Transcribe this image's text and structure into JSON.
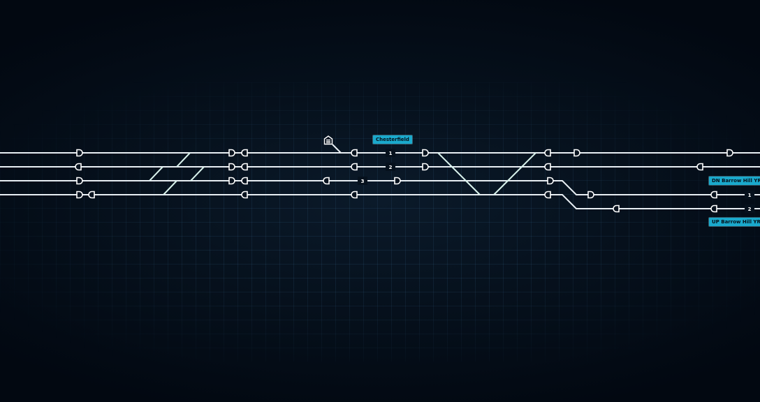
{
  "station": {
    "name": "Chesterfield",
    "icon": "station-icon"
  },
  "platforms": [
    {
      "number": "1"
    },
    {
      "number": "2"
    },
    {
      "number": "3"
    }
  ],
  "routes": {
    "down_label": "DN Barrow Hill YRDS",
    "up_label": "UP Barrow Hill YRDS",
    "down_number": "1",
    "up_number": "2"
  },
  "colors": {
    "track": "#e8eef3",
    "label_bg": "#1aa9cc",
    "background": "#020811"
  }
}
